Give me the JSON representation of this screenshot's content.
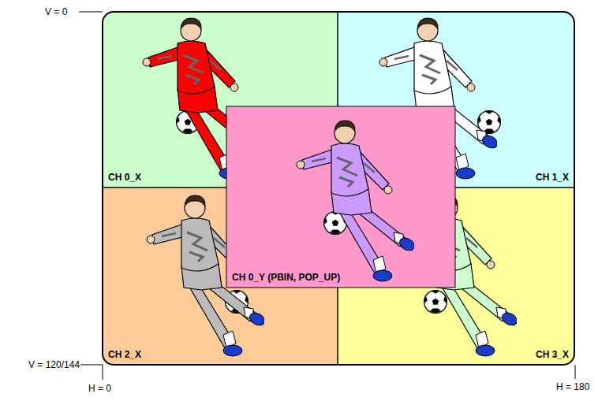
{
  "diagram": {
    "nodes": [
      {
        "text": [
          "CH 0_X"
        ]
      },
      {
        "text": [
          "CH 1_X"
        ]
      },
      {
        "text": [
          "CH 2_X"
        ]
      },
      {
        "text": [
          "CH 3_X"
        ]
      },
      {
        "text": [
          "CH 0_Y (PBIN, POP_UP)"
        ]
      }
    ],
    "labels": [
      "V = 0",
      "V = 120/144",
      "H = 0",
      "H = 180"
    ]
  }
}
